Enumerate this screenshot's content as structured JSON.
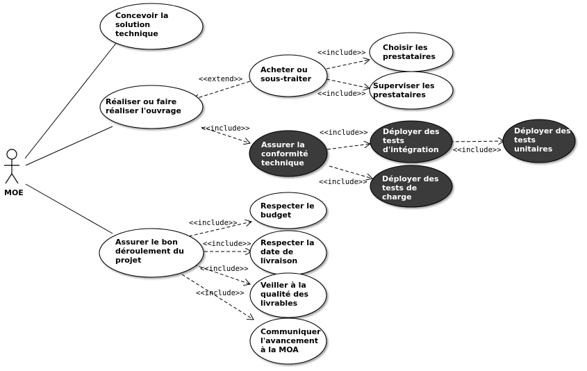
{
  "actor": {
    "name": "MOE"
  },
  "use_cases": {
    "concevoir": {
      "lines": [
        "Concevoir la",
        "solution",
        "technique"
      ],
      "style": "light"
    },
    "realiser": {
      "lines": [
        "Réaliser ou faire",
        "réaliser l'ouvrage"
      ],
      "style": "light"
    },
    "acheter": {
      "lines": [
        "Acheter ou",
        "sous-traiter"
      ],
      "style": "light"
    },
    "choisir": {
      "lines": [
        "Choisir les",
        "prestataires"
      ],
      "style": "light"
    },
    "superviser": {
      "lines": [
        "Superviser les",
        "prestataires"
      ],
      "style": "light"
    },
    "assurer_conformite": {
      "lines": [
        "Assurer la",
        "conformité",
        "technique"
      ],
      "style": "dark"
    },
    "deployer_integration": {
      "lines": [
        "Déployer des",
        "tests",
        "d'intégration"
      ],
      "style": "dark"
    },
    "deployer_unitaires": {
      "lines": [
        "Déployer des",
        "tests",
        "unitaires"
      ],
      "style": "dark"
    },
    "deployer_charge": {
      "lines": [
        "Déployer des",
        "tests de",
        "charge"
      ],
      "style": "dark"
    },
    "assurer_deroulement": {
      "lines": [
        "Assurer le bon",
        "déroulement du",
        "projet"
      ],
      "style": "light"
    },
    "budget": {
      "lines": [
        "Respecter le",
        "budget"
      ],
      "style": "light"
    },
    "date": {
      "lines": [
        "Respecter la",
        "date de",
        "livraison"
      ],
      "style": "light"
    },
    "qualite": {
      "lines": [
        "Veiller à la",
        "qualité des",
        "livrables"
      ],
      "style": "light"
    },
    "communiquer": {
      "lines": [
        "Communiquer",
        "l'avancement",
        "à la MOA"
      ],
      "style": "light"
    }
  },
  "relations": [
    {
      "id": "extend_acheter",
      "label": "<<extend>>"
    },
    {
      "id": "include_choisir",
      "label": "<<include>>"
    },
    {
      "id": "include_superviser",
      "label": "<<include>>"
    },
    {
      "id": "include_conformite",
      "label": "<<include>>"
    },
    {
      "id": "include_integration",
      "label": "<<include>>"
    },
    {
      "id": "include_unitaires",
      "label": "<<include>>"
    },
    {
      "id": "include_charge",
      "label": "<<include>>"
    },
    {
      "id": "include_budget",
      "label": "<<include>>"
    },
    {
      "id": "include_date",
      "label": "<<include>>"
    },
    {
      "id": "include_qualite",
      "label": "<<include>>"
    },
    {
      "id": "include_communiquer",
      "label": "<<include>>"
    }
  ],
  "colors": {
    "dark_fill": "#3a3a3a",
    "light_fill": "#ffffff",
    "stroke": "#000000"
  }
}
